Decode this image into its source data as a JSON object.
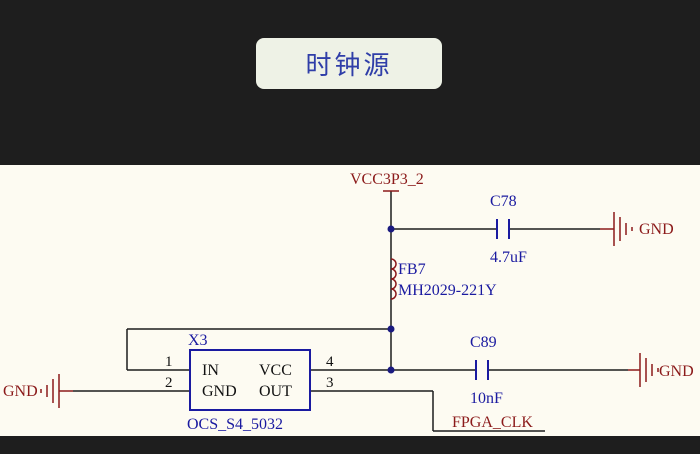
{
  "header": {
    "title": "时钟源"
  },
  "schematic": {
    "power_net": "VCC3P3_2",
    "gnd_label": "GND",
    "capacitors": [
      {
        "ref": "C78",
        "value": "4.7uF"
      },
      {
        "ref": "C89",
        "value": "10nF"
      }
    ],
    "ferrite_bead": {
      "ref": "FB7",
      "part": "MH2029-221Y"
    },
    "oscillator": {
      "ref": "X3",
      "part": "OCS_S4_5032",
      "pins": [
        {
          "num": "1",
          "name": "IN"
        },
        {
          "num": "2",
          "name": "GND"
        },
        {
          "num": "3",
          "name": "OUT"
        },
        {
          "num": "4",
          "name": "VCC"
        }
      ]
    },
    "output_net": "FPGA_CLK"
  },
  "colors": {
    "wire": "#1c1c1c",
    "power": "#8b1a1a",
    "component": "#1a1aa0",
    "junction": "#1a1a80"
  }
}
